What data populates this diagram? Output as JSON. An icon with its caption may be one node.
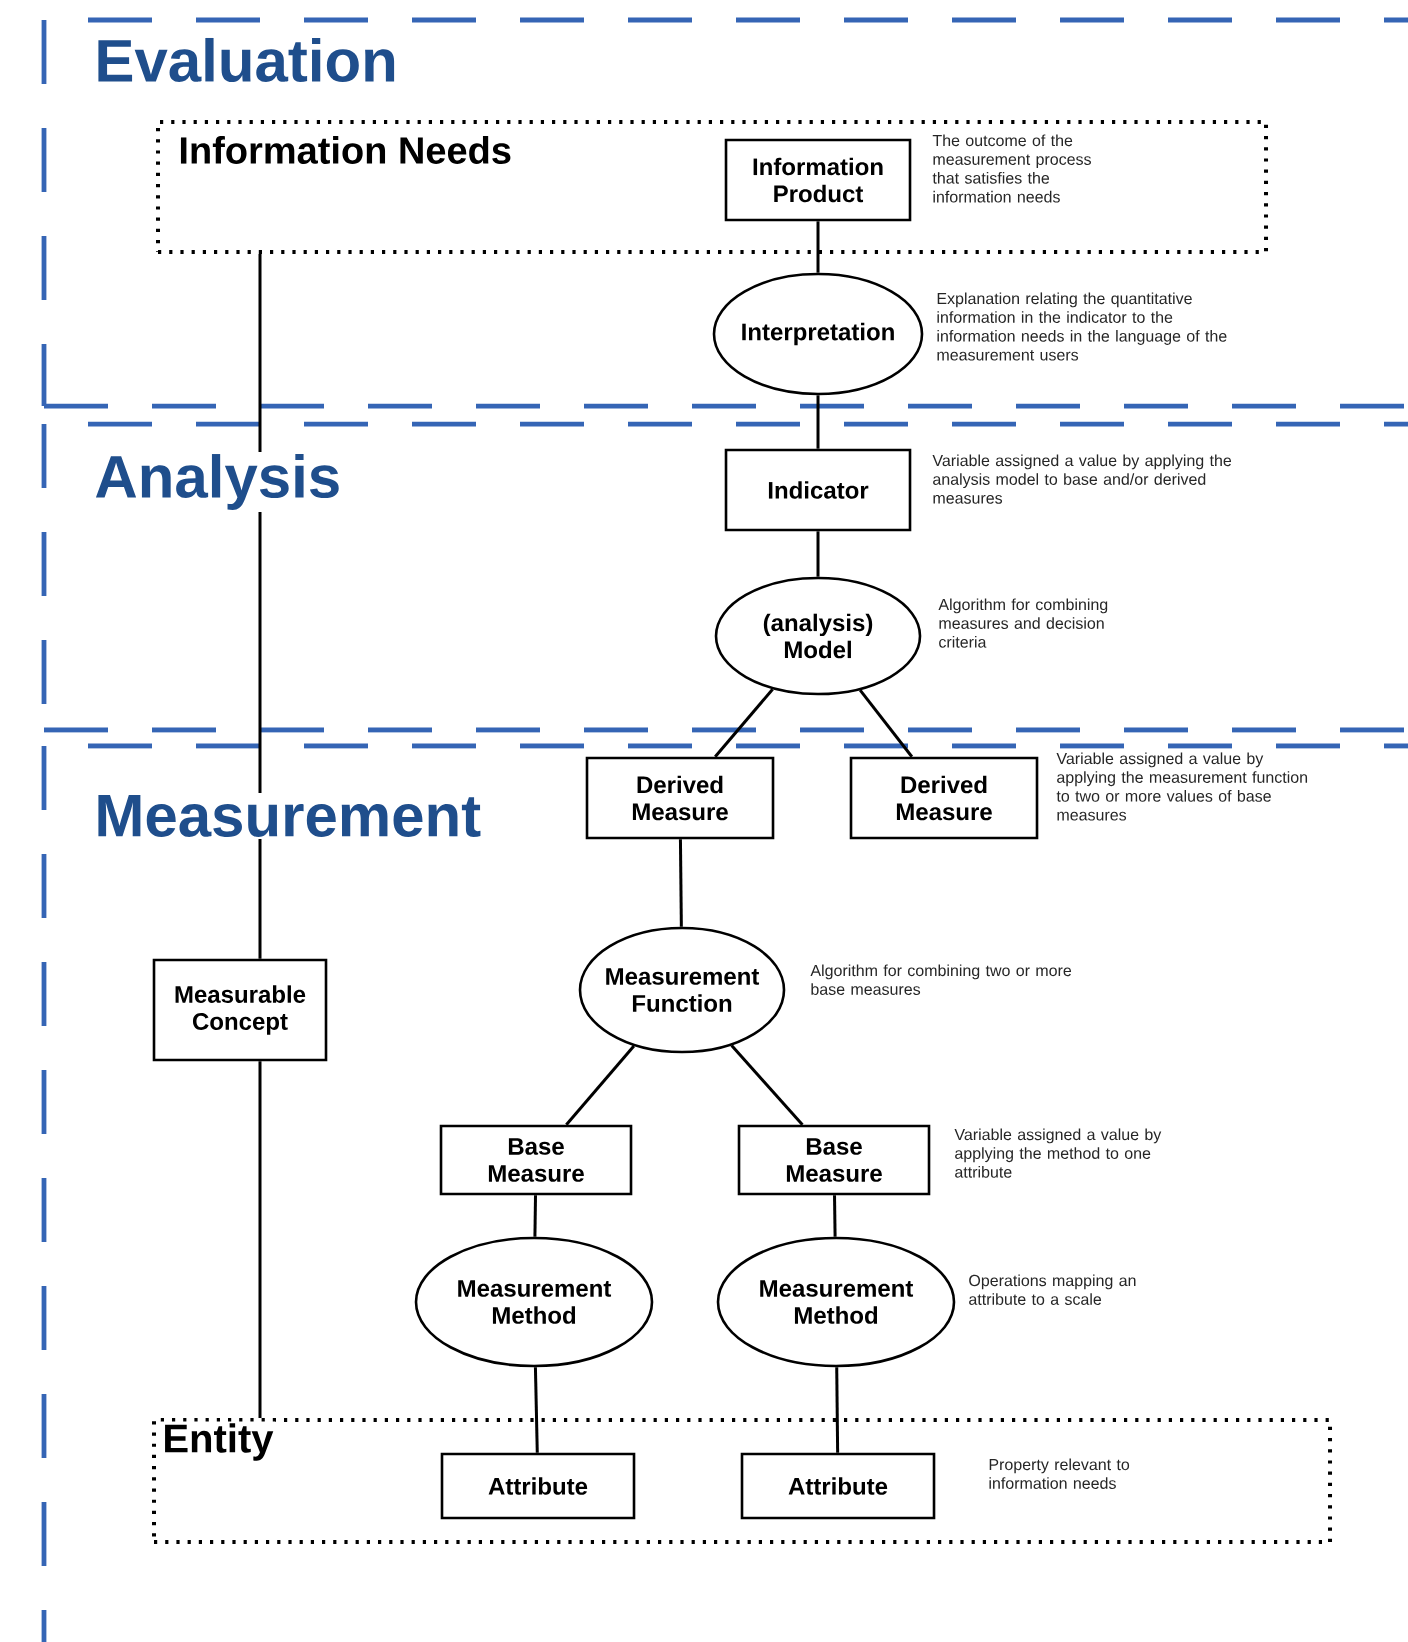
{
  "diagram": {
    "nodes": [
      {
        "text": [
          "Evaluation"
        ]
      },
      {
        "text": [
          "Information Needs"
        ],
        "in": 0
      },
      {
        "text": [
          "Information Product"
        ],
        "in": 1,
        "beside": [
          "The outcome of the measurement process that satisfies the information needs"
        ]
      },
      {
        "text": [
          "Interpretation"
        ],
        "in": 0,
        "beside": [
          "Explanation relating the quantitative information in the indicator to the information needs in the language of the measurement users"
        ]
      },
      {
        "text": [
          "Analysis"
        ]
      },
      {
        "text": [
          "Indicator"
        ],
        "in": 4,
        "beside": [
          "Variable assigned a value by applying the analysis model to base and/or derived measures"
        ]
      },
      {
        "text": [
          "(analysis) Model"
        ],
        "in": 4,
        "beside": [
          "Algorithm for combining measures and decision criteria"
        ]
      },
      {
        "text": [
          "Measurement"
        ]
      },
      {
        "text": [
          "Derived Measure"
        ],
        "in": 7
      },
      {
        "text": [
          "Derived Measure"
        ],
        "in": 7,
        "beside": [
          "Variable assigned a value by applying the measurement function to two or more values of base measures"
        ]
      },
      {
        "text": [
          "Measurable Concept"
        ],
        "in": 7
      },
      {
        "text": [
          "Measurement Function"
        ],
        "in": 7,
        "beside": [
          "Algorithm for combining two or more base measures"
        ]
      },
      {
        "text": [
          "Base Measure"
        ],
        "in": 7
      },
      {
        "text": [
          "Base Measure"
        ],
        "in": 7,
        "beside": [
          "Variable assigned a value by applying the method to one attribute"
        ]
      },
      {
        "text": [
          "Measurement Method"
        ],
        "in": 7
      },
      {
        "text": [
          "Measurement Method"
        ],
        "in": 7,
        "beside": [
          "Operations mapping an attribute to a scale"
        ]
      },
      {
        "text": [
          "Entity"
        ],
        "in": 7
      },
      {
        "text": [
          "Attribute"
        ],
        "in": 16
      },
      {
        "text": [
          "Attribute"
        ],
        "in": 16,
        "beside": [
          "Property relevant to information needs"
        ]
      }
    ],
    "edges": [
      {
        "from": 2,
        "to": 3,
        "arrow": "none"
      },
      {
        "from": 3,
        "to": 5,
        "arrow": "none"
      },
      {
        "from": 5,
        "to": 6,
        "arrow": "none"
      },
      {
        "from": 6,
        "to": 8,
        "arrow": "none"
      },
      {
        "from": 6,
        "to": 9,
        "arrow": "none"
      },
      {
        "from": 8,
        "to": 11,
        "arrow": "none"
      },
      {
        "from": 11,
        "to": 12,
        "arrow": "none"
      },
      {
        "from": 11,
        "to": 13,
        "arrow": "none"
      },
      {
        "from": 12,
        "to": 14,
        "arrow": "none"
      },
      {
        "from": 13,
        "to": 15,
        "arrow": "none"
      },
      {
        "from": 14,
        "to": 17,
        "arrow": "none"
      },
      {
        "from": 15,
        "to": 18,
        "arrow": "none"
      },
      {
        "from": 1,
        "to": 10,
        "arrow": "none"
      },
      {
        "from": 10,
        "to": 16,
        "arrow": "none"
      }
    ]
  }
}
